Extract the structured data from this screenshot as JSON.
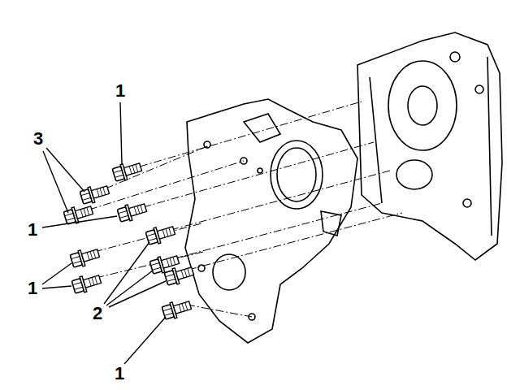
{
  "diagram": {
    "labels": [
      "1",
      "3",
      "1",
      "1",
      "2",
      "1"
    ]
  }
}
